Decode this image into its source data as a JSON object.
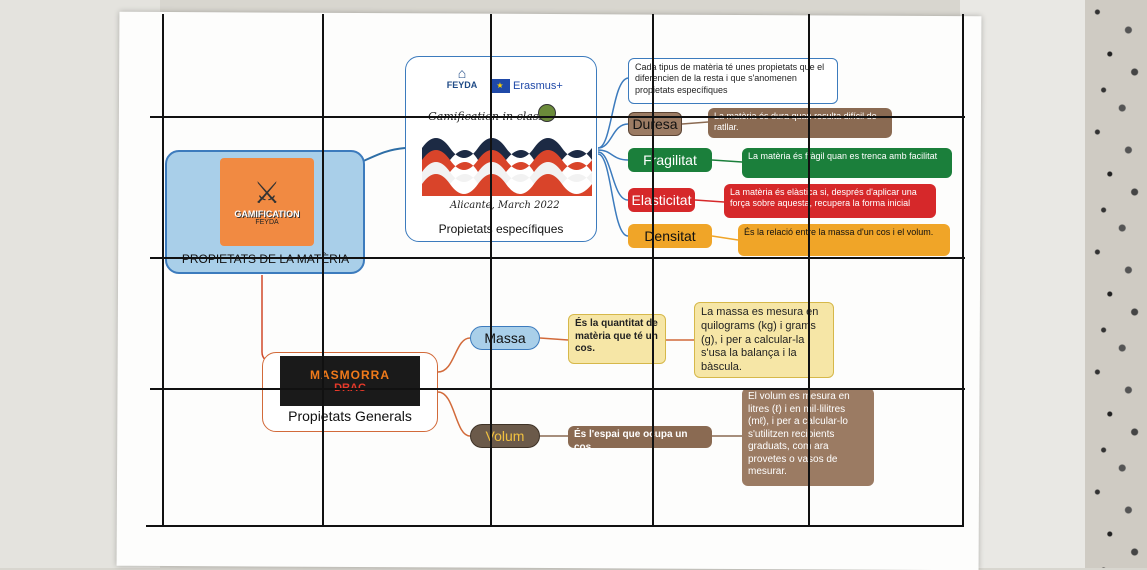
{
  "root": {
    "label": "PROPIETATS DE LA MATÈRIA",
    "logo_text": "GAMIFICATION",
    "logo_sub": "FEYDA"
  },
  "specific": {
    "title": "Propietats específiques",
    "logo_feyda": "FEYDA",
    "logo_erasmus": "Erasmus+",
    "banner_top": "Gamification in class",
    "banner_bottom": "Alicante, March 2022",
    "intro": "Cada tipus de matèria té unes propietats que el diferencien de la resta i que s'anomenen propietats específiques",
    "items": [
      {
        "name": "Duresa",
        "desc": "La matèria és dura quan resulta difícil de ratllar.",
        "color": "#8a6a52"
      },
      {
        "name": "Fragilitat",
        "desc": "La matèria és fràgil quan es trenca amb facilitat",
        "color": "#1b7f3b"
      },
      {
        "name": "Elasticitat",
        "desc": "La matèria és elàstica si, després d'aplicar una força sobre aquesta, recupera la forma inicial",
        "color": "#d6282a"
      },
      {
        "name": "Densitat",
        "desc": "És la relació entre la massa d'un cos i el volum.",
        "color": "#f0a528"
      }
    ]
  },
  "general": {
    "title": "Propietats Generals",
    "banner_top": "MASMORRA",
    "banner_bottom": "DRAC",
    "massa": {
      "name": "Massa",
      "def": "És la quantitat de matèria que té un cos.",
      "detail": "La massa es mesura en quilograms (kg) i grams (g), i per a calcular-la s'usa la balança i la bàscula."
    },
    "volum": {
      "name": "Volum",
      "def": "És l'espai que ocupa un cos.",
      "detail": "El volum es mesura en litres (ℓ) i en mil·lilitres (mℓ), i per a calcular-lo s'utilitzen recipients graduats, com ara provetes o vasos de mesurar."
    }
  }
}
